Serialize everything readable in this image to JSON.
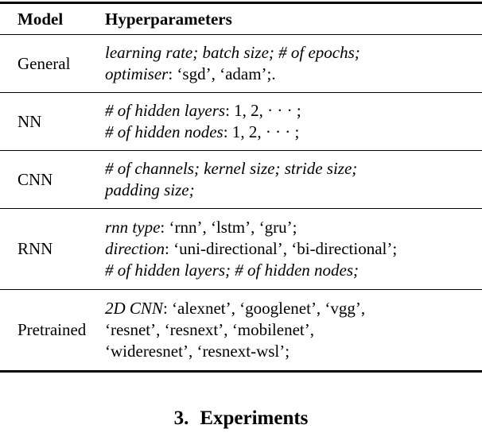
{
  "table": {
    "header": {
      "model": "Model",
      "hyperparameters": "Hyperparameters"
    },
    "rows": [
      {
        "model": "General",
        "lines": [
          [
            {
              "t": "learning rate; batch size; # of epochs;",
              "i": true
            }
          ],
          [
            {
              "t": "optimiser",
              "i": true
            },
            {
              "t": ": ‘sgd’, ‘adam’;.",
              "i": false
            }
          ]
        ]
      },
      {
        "model": "NN",
        "lines": [
          [
            {
              "t": "# of hidden layers",
              "i": true
            },
            {
              "t": ": 1, 2, · · · ;",
              "i": false
            }
          ],
          [
            {
              "t": "# of hidden nodes",
              "i": true
            },
            {
              "t": ": 1, 2, · · · ;",
              "i": false
            }
          ]
        ]
      },
      {
        "model": "CNN",
        "lines": [
          [
            {
              "t": "# of channels; kernel size; stride size;",
              "i": true
            }
          ],
          [
            {
              "t": "padding size;",
              "i": true
            }
          ]
        ]
      },
      {
        "model": "RNN",
        "lines": [
          [
            {
              "t": "rnn type",
              "i": true
            },
            {
              "t": ": ‘rnn’, ‘lstm’, ‘gru’;",
              "i": false
            }
          ],
          [
            {
              "t": "direction",
              "i": true
            },
            {
              "t": ": ‘uni-directional’, ‘bi-directional’;",
              "i": false
            }
          ],
          [
            {
              "t": "# of hidden layers; # of hidden nodes;",
              "i": true
            }
          ]
        ]
      },
      {
        "model": "Pretrained",
        "lines": [
          [
            {
              "t": "2D CNN",
              "i": true
            },
            {
              "t": ": ‘alexnet’, ‘googlenet’, ‘vgg’,",
              "i": false
            }
          ],
          [
            {
              "t": "‘resnet’, ‘resnext’, ‘mobilenet’,",
              "i": false
            }
          ],
          [
            {
              "t": "‘wideresnet’, ‘resnext-wsl’;",
              "i": false
            }
          ]
        ]
      }
    ]
  },
  "section_heading": {
    "number": "3.",
    "title": "Experiments"
  },
  "colors": {
    "text": "#000000",
    "background": "#ffffff",
    "rule": "#000000"
  }
}
